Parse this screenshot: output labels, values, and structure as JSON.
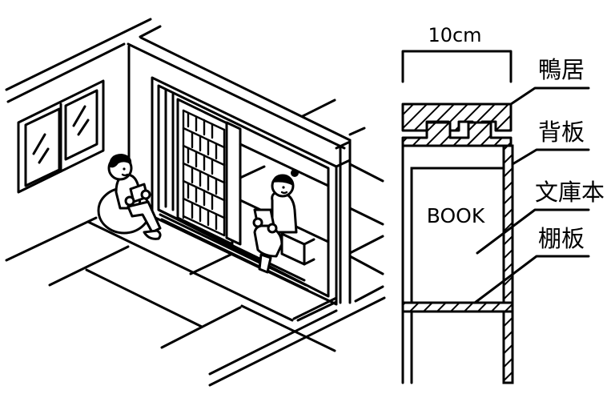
{
  "diagram": {
    "title": "Bookshelf sliding-door section with reading room illustration",
    "dimension_label": "10cm",
    "book_label": "BOOK",
    "callouts": [
      {
        "id": "kamoi",
        "label": "鴨居"
      },
      {
        "id": "backboard",
        "label": "背板"
      },
      {
        "id": "bunkobon",
        "label": "文庫本"
      },
      {
        "id": "shelf",
        "label": "棚板"
      }
    ],
    "colors": {
      "line": "#000000",
      "background": "#ffffff"
    }
  }
}
